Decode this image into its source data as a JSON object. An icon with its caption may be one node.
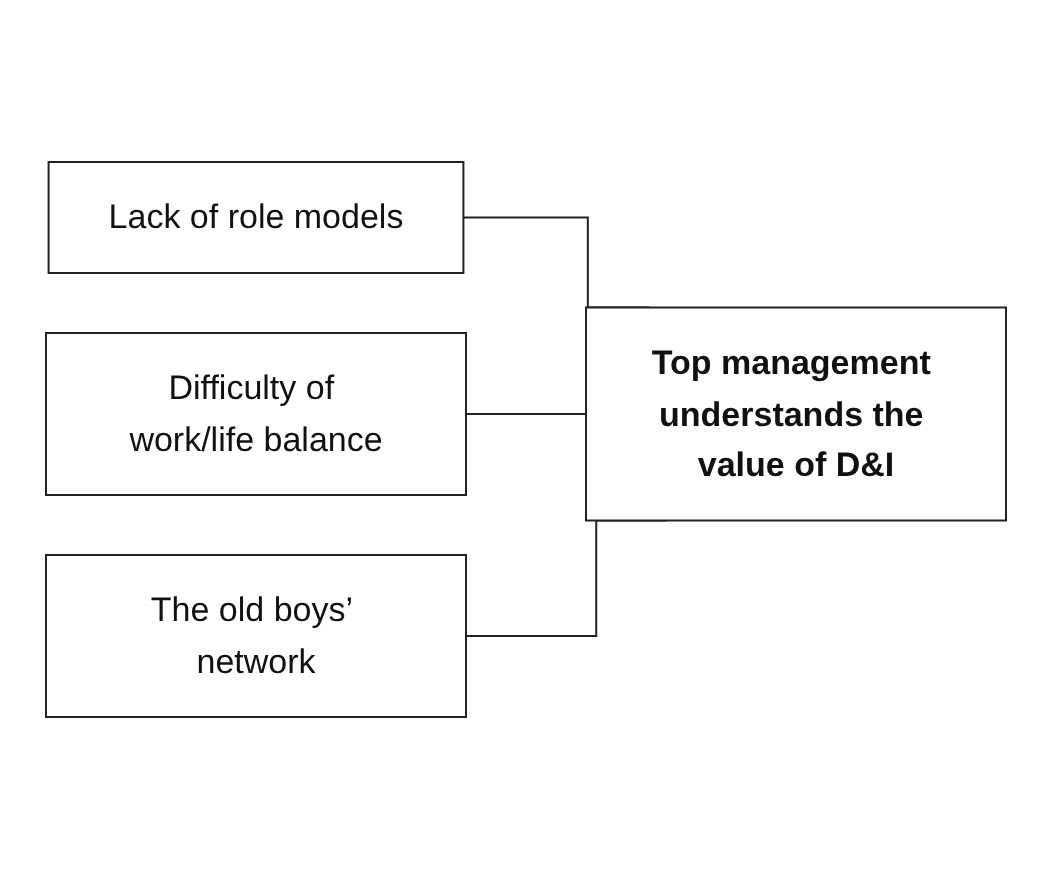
{
  "diagram": {
    "nodes": [
      {
        "text": [
          "Lack of role models"
        ]
      },
      {
        "text": [
          "Difficulty of work/life balance"
        ]
      },
      {
        "text": [
          "The old boys’ network"
        ]
      },
      {
        "text": [
          "Top management understands the value of D&I"
        ]
      }
    ],
    "edges": [
      {
        "from": 0,
        "to": 3,
        "arrow": "none"
      },
      {
        "from": 1,
        "to": 3,
        "arrow": "none"
      },
      {
        "from": 2,
        "to": 3,
        "arrow": "none"
      }
    ]
  }
}
